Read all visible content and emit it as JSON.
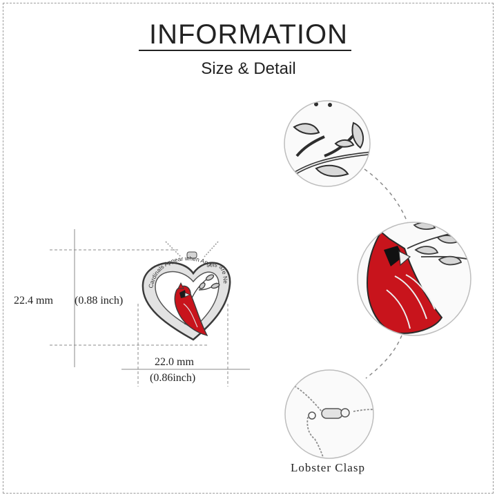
{
  "header": {
    "title": "INFORMATION",
    "subtitle": "Size & Detail"
  },
  "dimensions": {
    "height_mm": "22.4 mm",
    "height_inch": "(0.88 inch)",
    "width_mm": "22.0 mm",
    "width_inch": "(0.86inch)"
  },
  "pendant": {
    "engraving": "Cardinals Appear when Angels are Near"
  },
  "details": {
    "clasp_label": "Lobster Clasp"
  },
  "colors": {
    "cardinal_red": "#c8141c",
    "silver": "#c9c9c9",
    "outline": "#3a3a3a"
  }
}
